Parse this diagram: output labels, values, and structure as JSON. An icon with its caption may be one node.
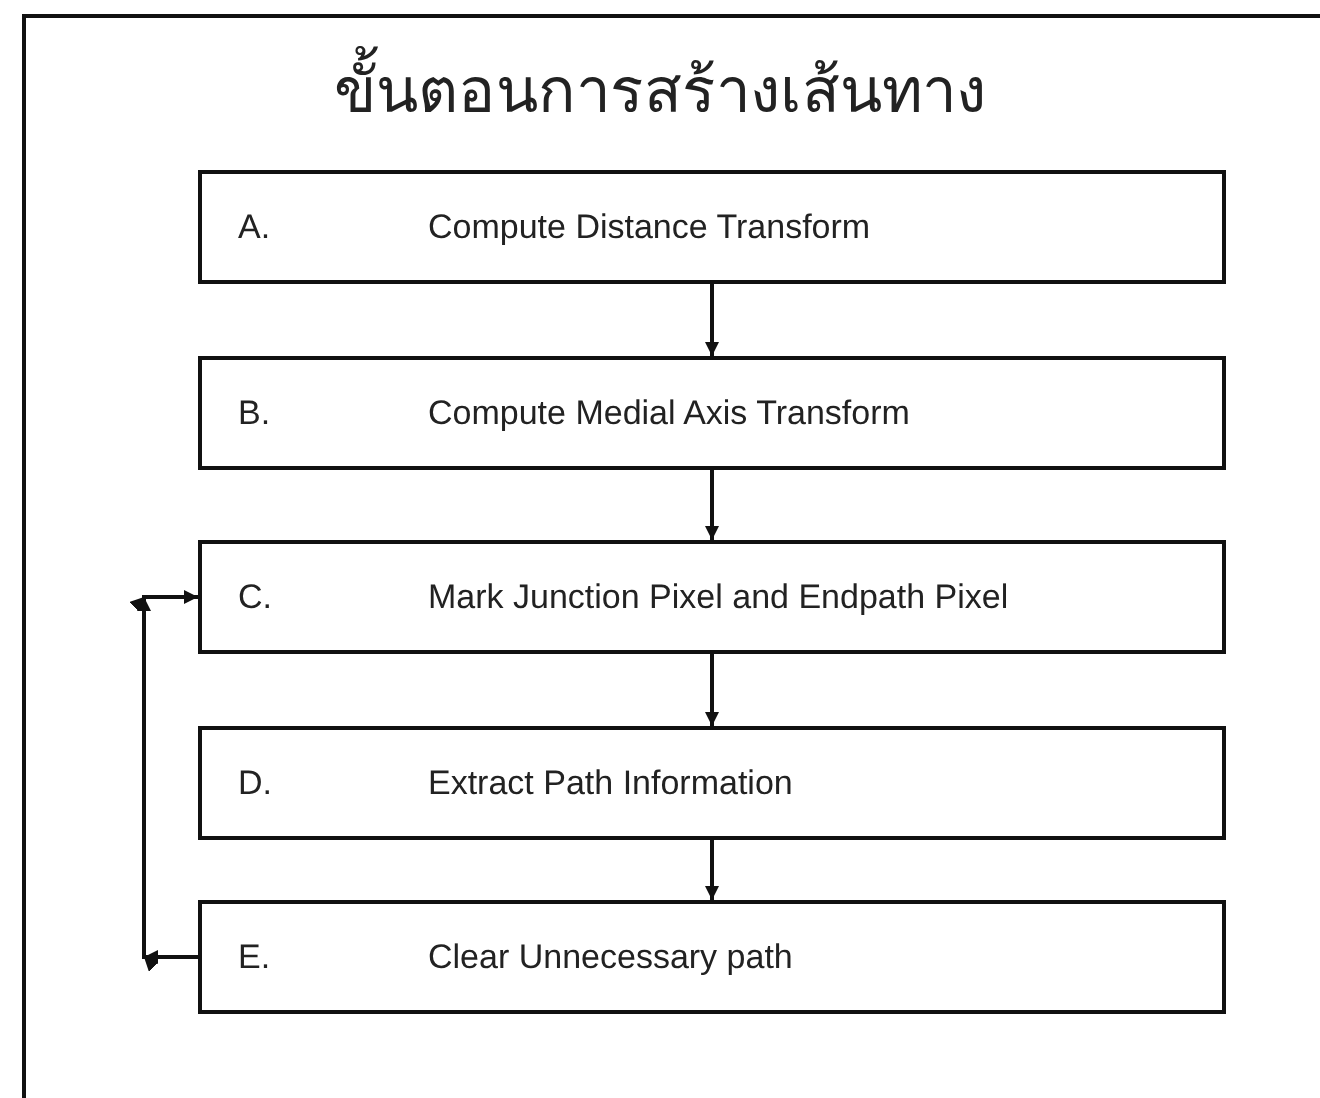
{
  "diagram": {
    "title": "ขั้นตอนการสร้างเส้นทาง",
    "nodes": [
      {
        "text": [
          "A.",
          "Compute Distance Transform"
        ]
      },
      {
        "text": [
          "B.",
          "Compute Medial Axis Transform"
        ]
      },
      {
        "text": [
          "C.",
          "Mark Junction Pixel and Endpath Pixel"
        ]
      },
      {
        "text": [
          "D.",
          "Extract Path Information"
        ]
      },
      {
        "text": [
          "E.",
          "Clear Unnecessary path"
        ]
      }
    ],
    "edges": [
      {
        "from": 0,
        "to": 1,
        "arrow": "to"
      },
      {
        "from": 1,
        "to": 2,
        "arrow": "to"
      },
      {
        "from": 2,
        "to": 3,
        "arrow": "to"
      },
      {
        "from": 3,
        "to": 4,
        "arrow": "to"
      },
      {
        "from": 4,
        "to": 2,
        "arrow": "to"
      }
    ]
  }
}
